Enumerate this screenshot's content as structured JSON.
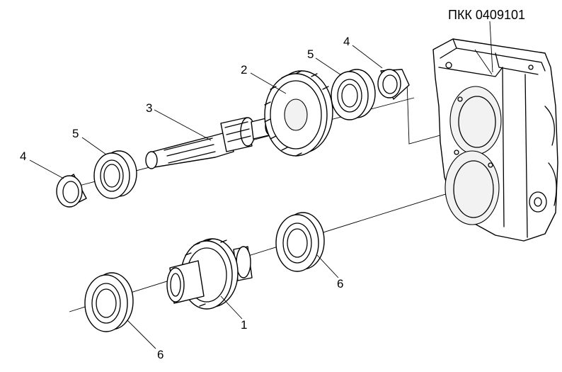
{
  "drawing": {
    "title": "ПКК 0409101",
    "callouts": [
      {
        "id": "label-1",
        "text": "1"
      },
      {
        "id": "label-2",
        "text": "2"
      },
      {
        "id": "label-3",
        "text": "3"
      },
      {
        "id": "label-4-left",
        "text": "4"
      },
      {
        "id": "label-4-top",
        "text": "4"
      },
      {
        "id": "label-5-left",
        "text": "5"
      },
      {
        "id": "label-5-top",
        "text": "5"
      },
      {
        "id": "label-6-right",
        "text": "6"
      },
      {
        "id": "label-6-left",
        "text": "6"
      }
    ]
  }
}
